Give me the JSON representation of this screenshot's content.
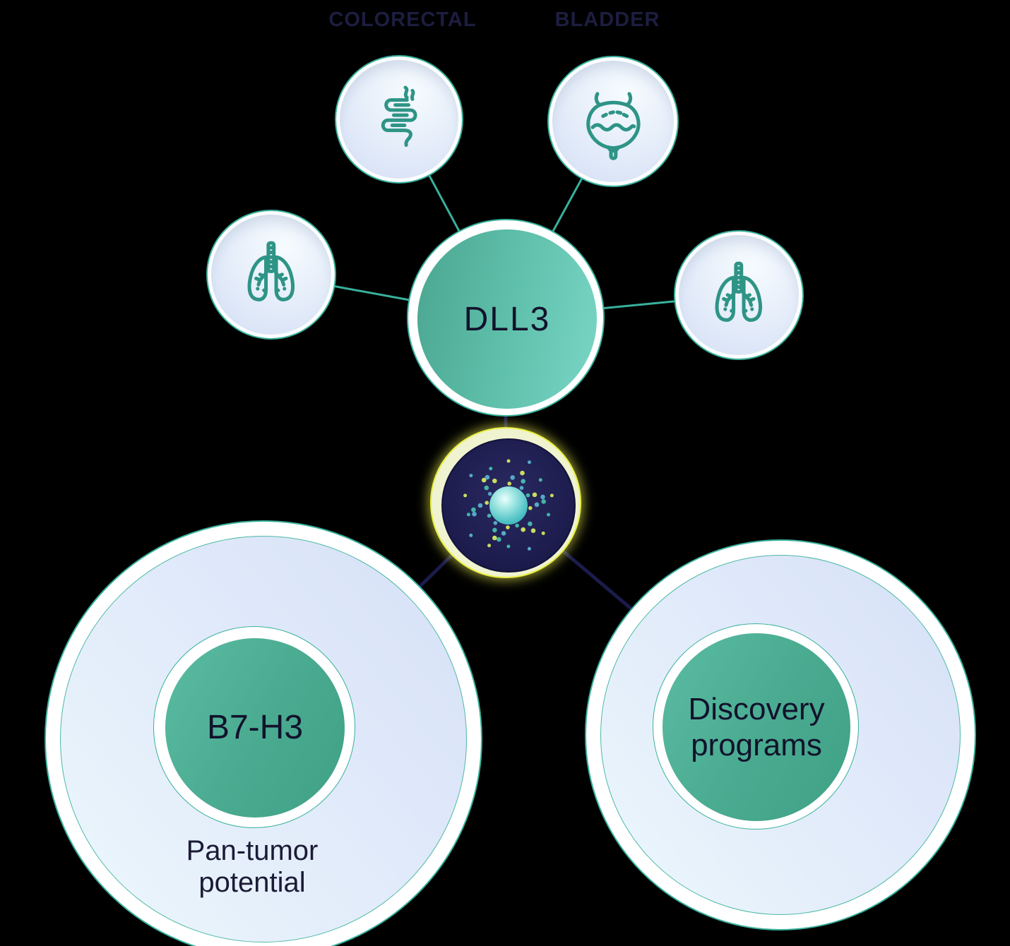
{
  "diagram": {
    "top_labels": [
      {
        "text": "COLORECTAL"
      },
      {
        "text": "BLADDER"
      }
    ],
    "hub": {
      "label": "DLL3"
    },
    "organ_nodes": [
      {
        "icon": "intestine-icon"
      },
      {
        "icon": "bladder-icon"
      },
      {
        "icon": "lungs-icon"
      },
      {
        "icon": "lungs-icon"
      }
    ],
    "linker_node": {
      "icon": "radioisotope-molecule-icon"
    },
    "targets": [
      {
        "label": "B7-H3",
        "caption": "Pan-tumor potential"
      },
      {
        "label": "Discovery programs"
      }
    ],
    "colors": {
      "background": "#000000",
      "teal_ring": "#38b19b",
      "teal_icon": "#2e9486",
      "hub_gradient_start": "#4ba690",
      "hub_gradient_end": "#7ad6c6",
      "navy": "#1c1c4e",
      "navy_line": "#1b1b4b",
      "navy_text": "#15152e",
      "yellow_ring": "#e9ef3f",
      "cream_ring": "#eff3d0",
      "dot_teal": "#45b5a8",
      "dot_green": "#cadd5d",
      "dot_blue": "#55a8c8"
    }
  }
}
